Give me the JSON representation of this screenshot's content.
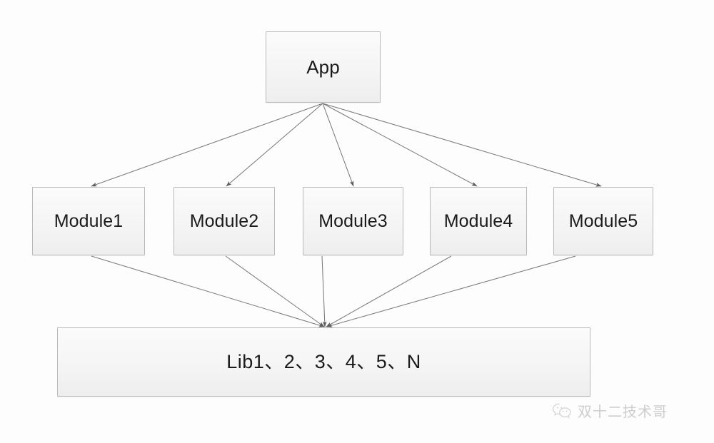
{
  "diagram": {
    "title": "App module and library dependency diagram",
    "background_color": "#fdfdfd",
    "node_fill_color": "#f4f4f5",
    "node_border_color": "#b9b9b9",
    "edge_color": "#7a7a7a",
    "nodes": {
      "app": {
        "label": "App"
      },
      "modules": [
        {
          "label": "Module1"
        },
        {
          "label": "Module2"
        },
        {
          "label": "Module3"
        },
        {
          "label": "Module4"
        },
        {
          "label": "Module5"
        }
      ],
      "lib": {
        "label": "Lib1、2、3、4、5、N"
      }
    },
    "edges": {
      "app_to_modules": {
        "count": 5,
        "from": "app-bottom-center",
        "to": "module-top",
        "arrowhead": "filled-triangle"
      },
      "modules_to_lib": {
        "count": 5,
        "from": "module-bottom",
        "to": "lib-top-center",
        "arrowhead": "filled-triangle"
      }
    }
  },
  "watermark": {
    "text": "双十二技术哥",
    "icon": "wechat-icon",
    "color": "#8d8d8d"
  }
}
